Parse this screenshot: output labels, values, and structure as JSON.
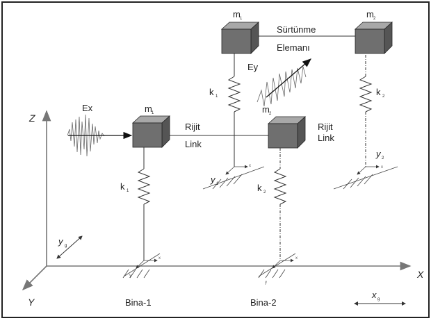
{
  "axes": {
    "x": "X",
    "y": "Y",
    "z": "Z"
  },
  "ground": {
    "y_label": "y",
    "y_sub": "g",
    "x_label": "x",
    "x_sub": "g"
  },
  "buildings": {
    "bina1": "Bina-1",
    "bina2": "Bina-2"
  },
  "excitation": {
    "ex": "Ex",
    "ey": "Ey"
  },
  "links": {
    "rijit_top": "Rijit",
    "rijit_bottom": "Link",
    "friction_top": "Sürtünme",
    "friction_bottom": "Elemanı"
  },
  "labels": {
    "m": "m",
    "k": "k",
    "y": "y",
    "x": "x",
    "sub1": "1",
    "sub2": "2"
  },
  "colors": {
    "mass_front": "#6f6f6f",
    "mass_top": "#a8a8a8",
    "mass_side": "#555555",
    "line": "#333333",
    "frame": "#222222"
  }
}
